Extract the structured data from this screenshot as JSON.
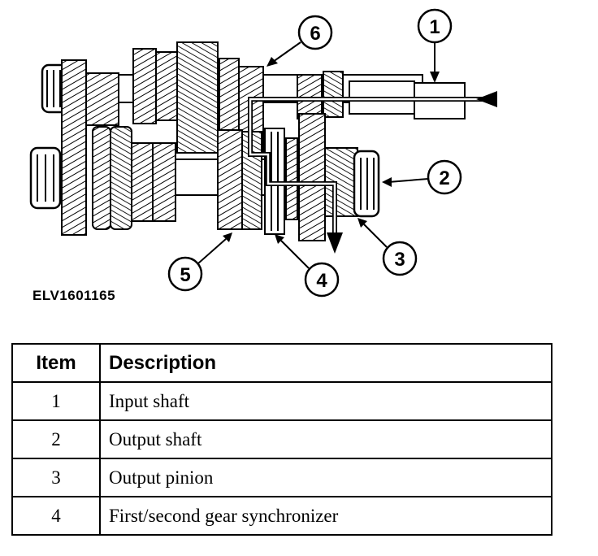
{
  "diagram": {
    "callouts": [
      "1",
      "2",
      "3",
      "4",
      "5",
      "6"
    ],
    "figure_code": "ELV1601165"
  },
  "table": {
    "headers": [
      "Item",
      "Description"
    ],
    "rows": [
      {
        "item": "1",
        "description": "Input shaft"
      },
      {
        "item": "2",
        "description": "Output shaft"
      },
      {
        "item": "3",
        "description": "Output pinion"
      },
      {
        "item": "4",
        "description": "First/second gear synchronizer"
      }
    ]
  }
}
